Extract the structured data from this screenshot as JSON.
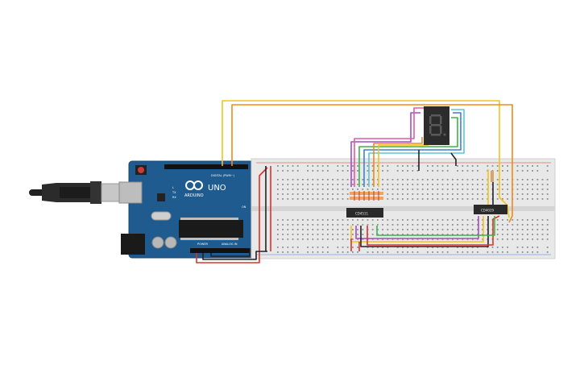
{
  "arduino": {
    "brand_text": "ARDUINO",
    "model_text": "UNO",
    "digital_header_label": "DIGITAL (PWM~)",
    "power_header_label": "POWER",
    "analog_header_label": "ANALOG IN",
    "tx_label": "TX",
    "rx_label": "RX",
    "l_label": "L",
    "on_label": "ON",
    "board_color": "#1f5b8f"
  },
  "chips": {
    "left_chip_label": "CD4511",
    "right_chip_label": "CD4029"
  },
  "seven_segment": {
    "digit_shown": "8."
  },
  "colors": {
    "wire_red": "#e0302a",
    "wire_black": "#222222",
    "wire_orange": "#f08a1c",
    "wire_yellow": "#f2c21b",
    "wire_green": "#3cb34a",
    "wire_blue": "#3e7fd9",
    "wire_purple": "#a64cc2",
    "wire_pink": "#e05aa8",
    "wire_cyan": "#59c6d8",
    "breadboard": "#e8e8e8"
  }
}
